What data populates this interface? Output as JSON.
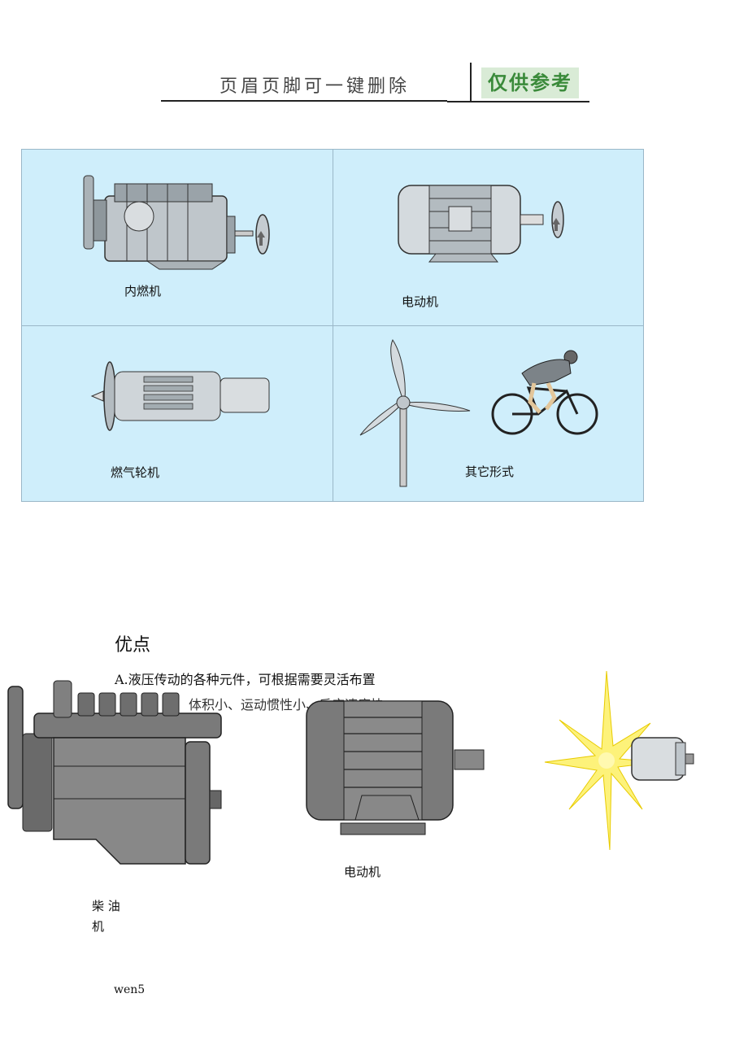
{
  "header": {
    "title": "页眉页脚可一键删除",
    "badge": "仅供参考"
  },
  "grid": {
    "cells": [
      {
        "label": "内燃机"
      },
      {
        "label": "电动机"
      },
      {
        "label": "燃气轮机"
      },
      {
        "label": "其它形式"
      }
    ]
  },
  "advantages": {
    "heading": "优点",
    "item_a": "A.液压传动的各种元件，可根据需要灵活布置",
    "item_b_partial": "体积小、运动惯性小、反应速度快"
  },
  "bottom": {
    "diesel_label_line1": "柴 油",
    "diesel_label_line2": "机",
    "motor_label": "电动机"
  },
  "footer": {
    "text": "wen5"
  }
}
